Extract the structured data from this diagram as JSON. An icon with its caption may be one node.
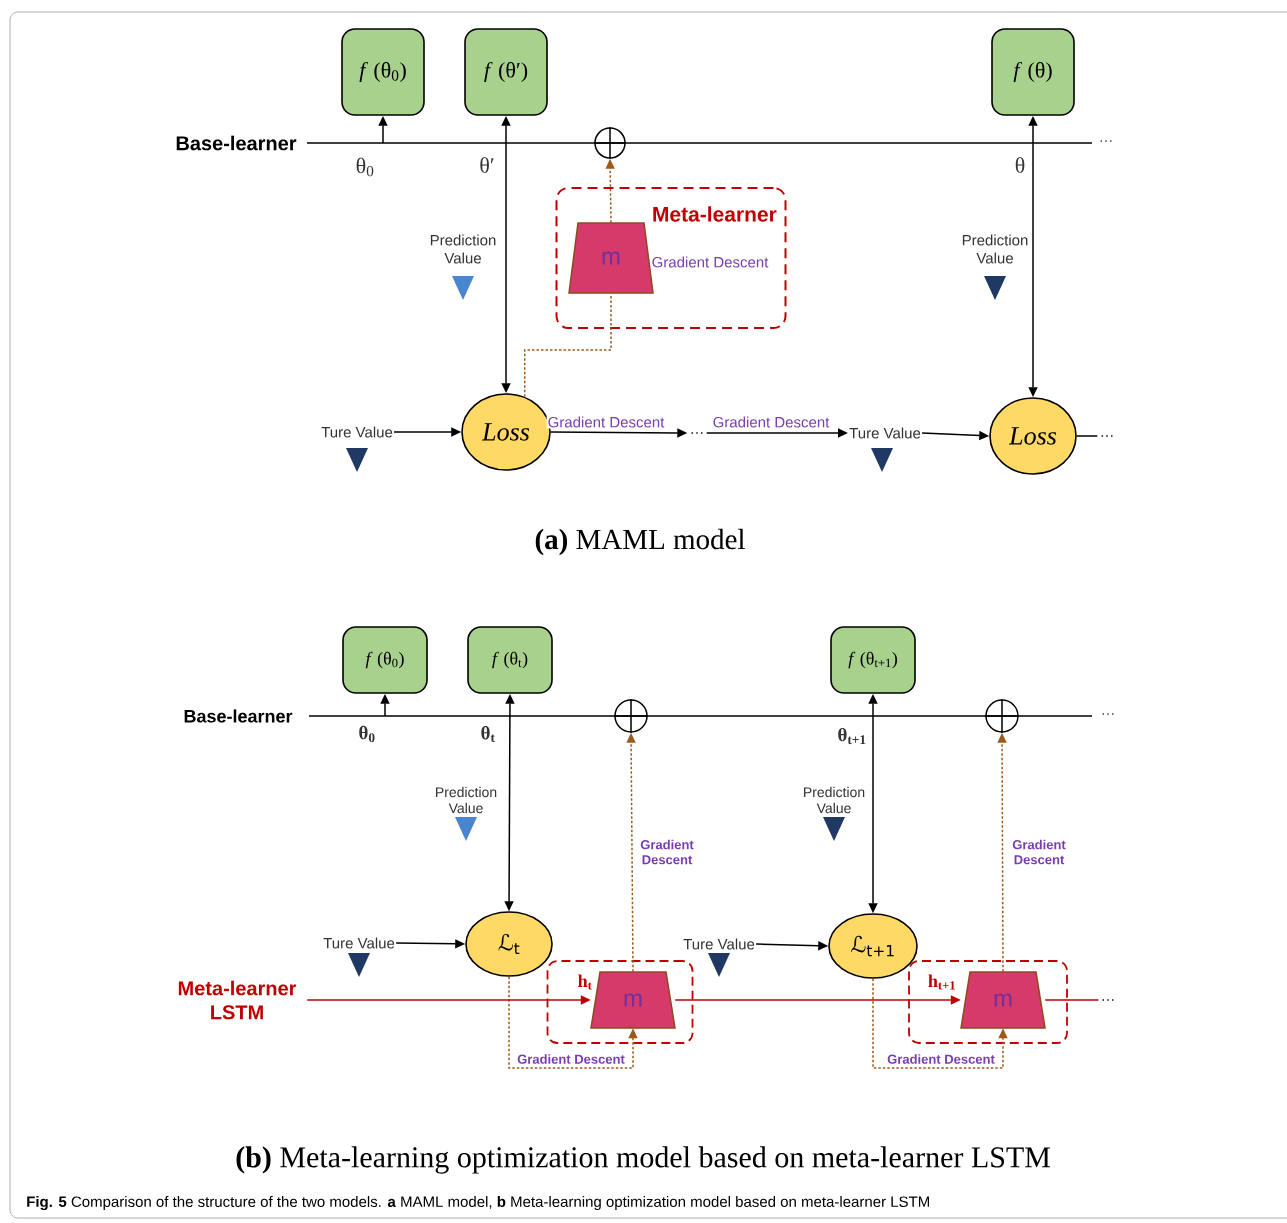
{
  "diagram": {
    "caption": "**Fig. 5** Comparison of the structure of the two models. **a** MAML model, **b** Meta-learning optimization model based on meta-learner LSTM",
    "nodes": [
      {
        "text": [
          "*f* (θ$_{0}$)"
        ]
      },
      {
        "text": [
          "*f* (θ′)"
        ]
      },
      {
        "text": [
          "*f* (θ)"
        ]
      },
      {
        "text": [],
        "shape": "circle"
      },
      {
        "text": [
          "Meta-learner",
          "Gradient Descent"
        ]
      },
      {
        "text": [
          "m"
        ],
        "in": 4
      },
      {
        "text": [
          "Loss"
        ]
      },
      {
        "text": [
          "Ture Value"
        ]
      },
      {
        "text": [
          "Ture Value"
        ]
      },
      {
        "text": [
          "Loss"
        ]
      },
      {
        "text": [
          "…"
        ]
      },
      {
        "text": [
          "*f* (θ$_{0}$)"
        ]
      },
      {
        "text": [
          "*f* (θ$_{t}$)"
        ]
      },
      {
        "text": [
          "*f* (θ$_{t+1}$)"
        ]
      },
      {
        "text": [],
        "shape": "circle"
      },
      {
        "text": [],
        "shape": "circle"
      },
      {
        "text": [
          "ℒ$_{t}$"
        ]
      },
      {
        "text": [
          "ℒ$_{t+1}$"
        ]
      },
      {
        "text": [
          "Ture Value"
        ]
      },
      {
        "text": [
          "Ture Value"
        ]
      },
      {
        "text": [],
        "shape": "box"
      },
      {
        "text": [
          "m"
        ],
        "in": 20
      },
      {
        "text": [],
        "shape": "box"
      },
      {
        "text": [
          "m"
        ],
        "in": 22
      },
      {
        "text": [
          "Meta-learner LSTM"
        ]
      },
      {
        "text": [
          "…"
        ]
      },
      {
        "text": [
          "…"
        ]
      }
    ],
    "edges": [
      {
        "from": null,
        "to": 0,
        "arrow": "to"
      },
      {
        "from": 1,
        "to": 6,
        "arrow": "both"
      },
      {
        "from": 7,
        "to": 6,
        "arrow": "to"
      },
      {
        "from": 6,
        "to": 5,
        "arrow": "none",
        "style": "dashed",
        "color": "#9c5a1c"
      },
      {
        "from": 5,
        "to": 3,
        "arrow": "to",
        "style": "dashed",
        "color": "#9c5a1c"
      },
      {
        "from": 6,
        "to": 10,
        "arrow": "to",
        "label": "Gradient Descent"
      },
      {
        "from": 10,
        "to": 8,
        "arrow": "to",
        "label": "Gradient Descent"
      },
      {
        "from": 8,
        "to": 9,
        "arrow": "to"
      },
      {
        "from": 2,
        "to": 9,
        "arrow": "both"
      },
      {
        "from": 9,
        "to": 25,
        "arrow": "none"
      },
      {
        "from": null,
        "to": 11,
        "arrow": "to"
      },
      {
        "from": 12,
        "to": 16,
        "arrow": "both"
      },
      {
        "from": 18,
        "to": 16,
        "arrow": "to"
      },
      {
        "from": 16,
        "to": 21,
        "arrow": "to",
        "style": "dashed",
        "color": "#9c5a1c",
        "label": "Gradient Descent"
      },
      {
        "from": 21,
        "to": 14,
        "arrow": "to",
        "style": "dashed",
        "color": "#9c5a1c",
        "label": "Gradient Descent"
      },
      {
        "from": 13,
        "to": 17,
        "arrow": "both"
      },
      {
        "from": 19,
        "to": 17,
        "arrow": "to"
      },
      {
        "from": 17,
        "to": 23,
        "arrow": "to",
        "style": "dashed",
        "color": "#9c5a1c",
        "label": "Gradient Descent"
      },
      {
        "from": 23,
        "to": 15,
        "arrow": "to",
        "style": "dashed",
        "color": "#9c5a1c",
        "label": "Gradient Descent"
      },
      {
        "from": 24,
        "to": 21,
        "arrow": "to",
        "color": "#c00000",
        "label": "h$_{t}$"
      },
      {
        "from": 21,
        "to": 23,
        "arrow": "to",
        "color": "#c00000",
        "label": "h$_{t+1}$"
      },
      {
        "from": 23,
        "to": 26,
        "arrow": "none",
        "color": "#c00000"
      }
    ],
    "labels": [
      "Base-learner",
      "θ$_{0}$",
      "θ′",
      "θ",
      "…",
      "Prediction Value",
      "Prediction Value",
      "**(a)** MAML model",
      "Base-learner",
      "θ$_{0}$",
      "θ$_{t}$",
      "θ$_{t+1}$",
      "…",
      "Prediction Value",
      "Prediction Value",
      "**(b)** Meta-learning optimization model based on meta-learner LSTM"
    ]
  }
}
